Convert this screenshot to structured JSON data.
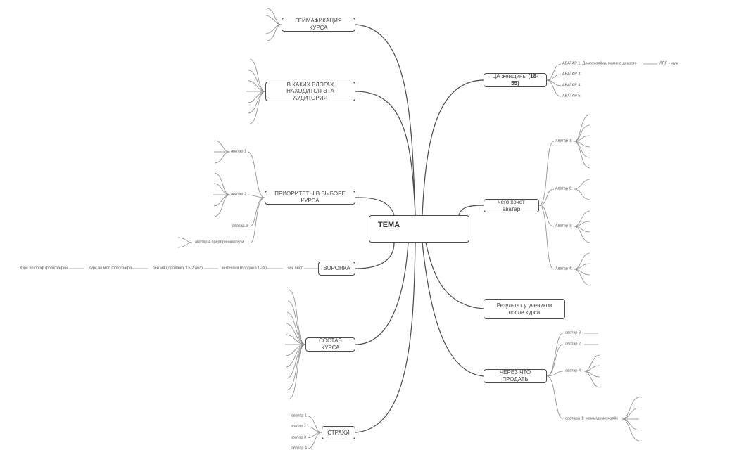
{
  "central": {
    "label": "ТЕМА"
  },
  "left_topics": {
    "gamification": "ГЕЙМАФИКАЦИЯ КУРСА",
    "blogs": "В КАКИХ БЛОГАХ НАХОДИТСЯ ЭТА АУДИТОРИЯ",
    "priorities": "ПРИОРИТЕТЫ В ВЫБОРЕ КУРСА",
    "funnel": "ВОРОНКА",
    "composition": "СОСТАВ КУРСА",
    "fears": "СТРАХИ"
  },
  "right_topics": {
    "target_audience_prefix": "ЦА женщины ",
    "target_audience_bold": "(18-55)",
    "wants": "чего хочет аватар",
    "result": "Результат у учеников после курса",
    "sell_via": "ЧЕРЕЗ ЧТО ПРОДАТЬ"
  },
  "priorities_avatars": [
    "аватар 1",
    "аватар 2",
    "аватар 3",
    "аватар 4 предприниматели"
  ],
  "funnel_chain": [
    "чек лист",
    "интенсив (продажа 1-2$)",
    "лекция ( продажа 1.5-2 дол)",
    "Курс по моб фотографа",
    "Курс по проф фотографии"
  ],
  "fears_avatars": [
    "аватар 1",
    "аватар 2",
    "аватар 3",
    "аватар 4"
  ],
  "ta_avatars": [
    "АВАТАР 1: Домохозяйки, мамы в декрете",
    "АВАТАР 3:",
    "АВАТАР 4:",
    "АВАТАР 5:"
  ],
  "ta_avatar1_child": "ЛПР - муж",
  "wants_avatars": [
    "Аватар 1:",
    "Аватар 2:",
    "Аватар 3:",
    "Аватар 4:"
  ],
  "sell_avatars": [
    "аватар 3",
    "аватар 2",
    "аватар 4:",
    "аватары 1: мамы/домохозяйк"
  ]
}
